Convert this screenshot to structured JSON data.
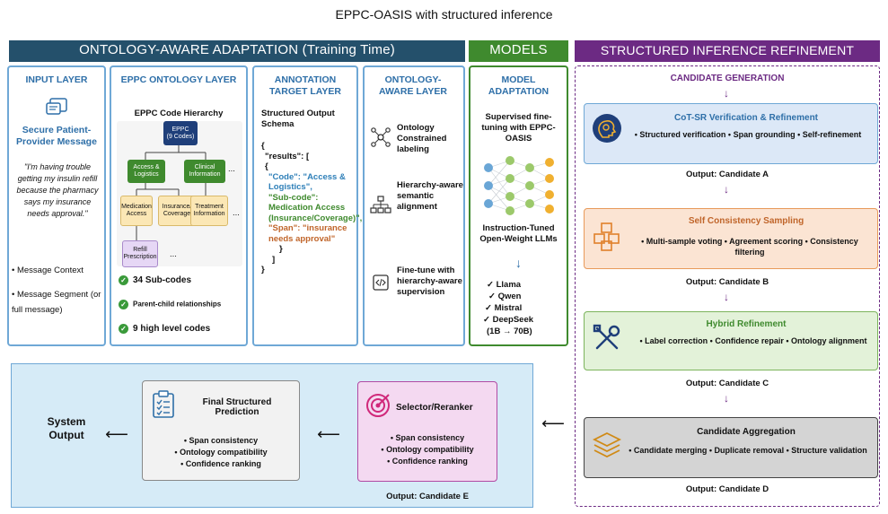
{
  "title": "EPPC-OASIS with structured inference",
  "sections": {
    "ontology": "ONTOLOGY-AWARE ADAPTATION (Training Time)",
    "models": "MODELS",
    "structured": "STRUCTURED INFERENCE REFINEMENT"
  },
  "input_layer": {
    "heading": "INPUT LAYER",
    "message_title": "Secure Patient-Provider Message",
    "quote": "\"I'm having trouble getting my insulin refill because the pharmacy says my insurance needs approval.\"",
    "bullets": [
      "Message Context",
      "Message Segment (or full message)"
    ]
  },
  "eppc_layer": {
    "heading": "EPPC ONTOLOGY LAYER",
    "hierarchy_title": "EPPC Code Hierarchy",
    "root": "EPPC",
    "root_sub": "(9 Codes)",
    "level1": [
      "Access & Logistics",
      "Clinical Information"
    ],
    "level2": [
      "Medication Access",
      "Insurance/ Coverage",
      "Treatment Information"
    ],
    "level3": "Refill Prescription",
    "ellipsis": "...",
    "facts": [
      "34 Sub-codes",
      "Parent-child relationships",
      "9 high level codes"
    ]
  },
  "annotation_layer": {
    "heading": "ANNOTATION TARGET LAYER",
    "schema_title": "Structured Output Schema",
    "json_lines": [
      "{",
      "\"results\": [",
      "{",
      "\"Code\": \"Access & Logistics\",",
      "\"Sub-code\": Medication Access (Insurance/Coverage)\",",
      "\"Span\": \"insurance needs approval\"",
      "}",
      "]",
      "}"
    ]
  },
  "aware_layer": {
    "heading": "ONTOLOGY-AWARE LAYER",
    "items": [
      "Ontology Constrained labeling",
      "Hierarchy-aware semantic alignment",
      "Fine-tune with hierarchy-aware supervision"
    ]
  },
  "model_adaptation": {
    "heading": "MODEL ADAPTATION",
    "desc": "Supervised fine-tuning with EPPC-OASIS",
    "llms": "Instruction-Tuned Open-Weight LLMs",
    "models": [
      "Llama",
      "Qwen",
      "Mistral",
      "DeepSeek"
    ],
    "range": "(1B → 70B)",
    "check_mark": "✓",
    "arrow": "↓"
  },
  "inference": {
    "candidate_generation": "CANDIDATE GENERATION",
    "stages": [
      {
        "title": "CoT-SR Verification & Refinement",
        "body": "• Structured verification • Span grounding • Self-refinement",
        "output": "Output: Candidate A"
      },
      {
        "title": "Self Consistency Sampling",
        "body": "• Multi-sample voting • Agreement scoring • Consistency filtering",
        "output": "Output: Candidate B"
      },
      {
        "title": "Hybrid Refinement",
        "body": "• Label correction • Confidence repair • Ontology alignment",
        "output": "Output: Candidate C"
      },
      {
        "title": "Candidate Aggregation",
        "body": "• Candidate merging • Duplicate removal • Structure validation",
        "output": "Output: Candidate D"
      }
    ]
  },
  "bottom": {
    "selector_title": "Selector/Reranker",
    "selector_items": [
      "• Span consistency",
      "• Ontology compatibility",
      "• Confidence ranking"
    ],
    "selector_output": "Output: Candidate E",
    "final_title": "Final Structured Prediction",
    "final_items": [
      "• Span consistency",
      "• Ontology compatibility",
      "• Confidence ranking"
    ],
    "system_output": "System Output",
    "arrow_left": "⟵",
    "arrow_down": "↓"
  },
  "colors": {
    "ontology_header": "#24506b",
    "models_header": "#3f8a2e",
    "structured_header": "#6c2a83",
    "panel_border": "#6fa8d6",
    "heading_blue": "#2e6fa8",
    "stage_blue": "#dce8f7",
    "stage_orange": "#fbe4d3",
    "stage_green": "#e3f2d9",
    "stage_gray": "#d4d4d4",
    "bottom_bg": "#d6ebf7",
    "selector_bg": "#f4d9f1"
  }
}
